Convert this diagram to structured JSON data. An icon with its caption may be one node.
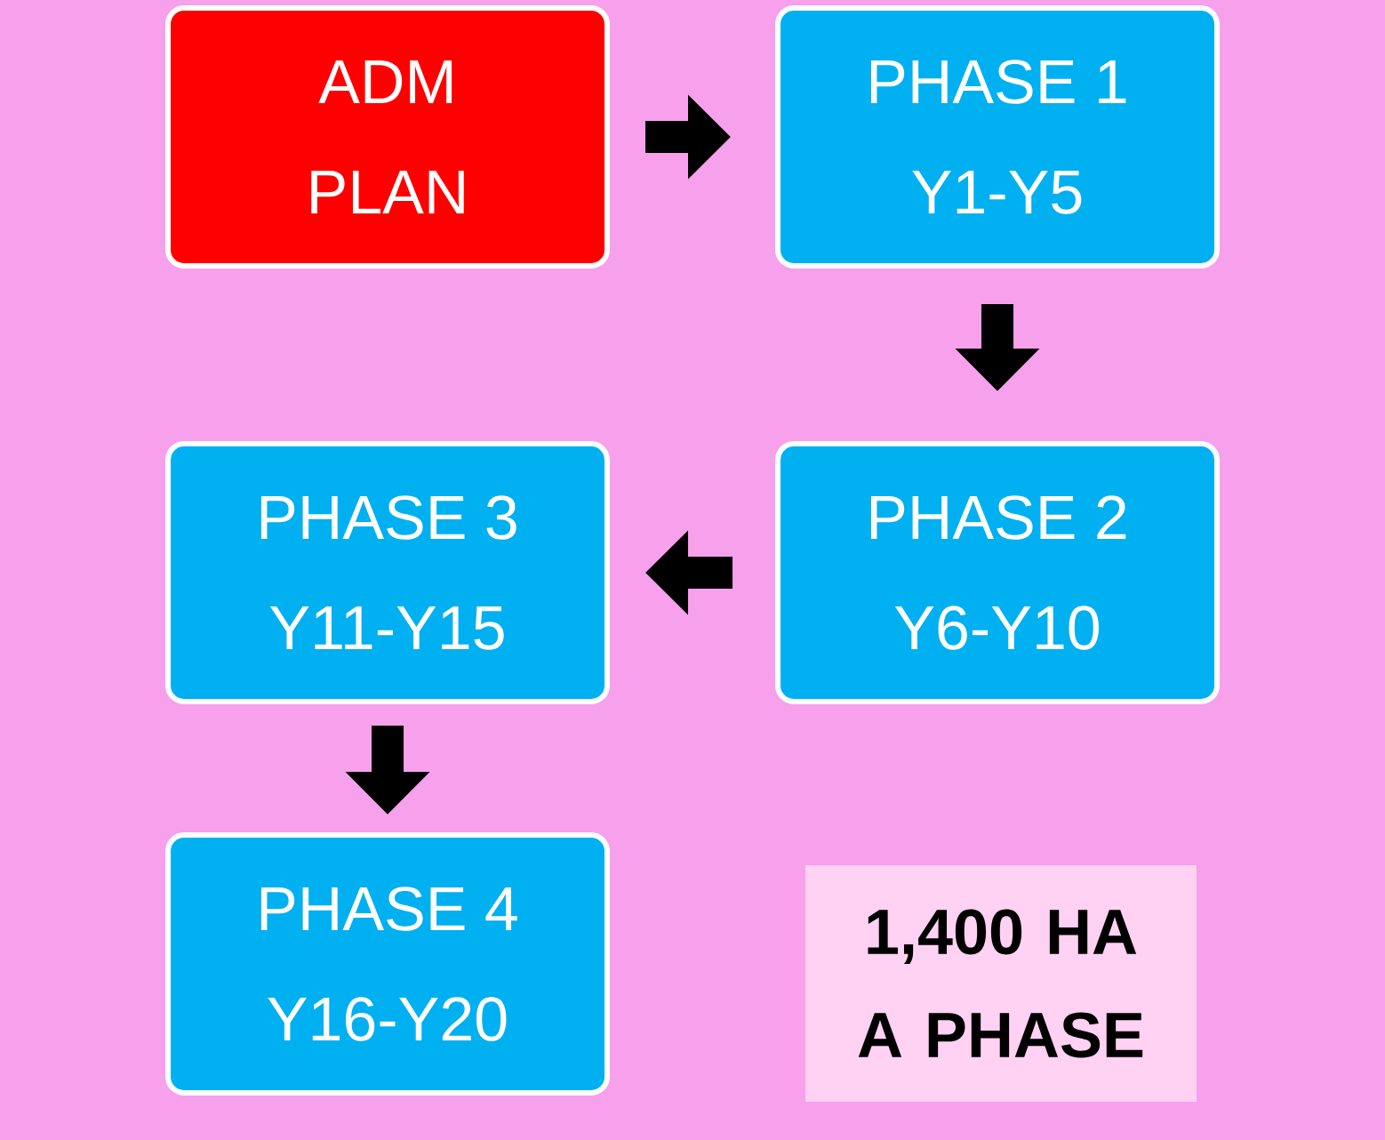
{
  "diagram": {
    "nodes": [
      {
        "text": [
          "ADM",
          "PLAN"
        ]
      },
      {
        "text": [
          "PHASE 1",
          "Y1-Y5"
        ]
      },
      {
        "text": [
          "PHASE 2",
          "Y6-Y10"
        ]
      },
      {
        "text": [
          "PHASE 3",
          "Y11-Y15"
        ]
      },
      {
        "text": [
          "PHASE 4",
          "Y16-Y20"
        ]
      },
      {
        "text": [
          "1,400 HA A PHASE"
        ]
      }
    ],
    "edges": [
      {
        "from": 0,
        "to": 1,
        "arrow": "to"
      },
      {
        "from": 1,
        "to": 2,
        "arrow": "to"
      },
      {
        "from": 2,
        "to": 3,
        "arrow": "to"
      },
      {
        "from": 3,
        "to": 4,
        "arrow": "to"
      }
    ]
  }
}
